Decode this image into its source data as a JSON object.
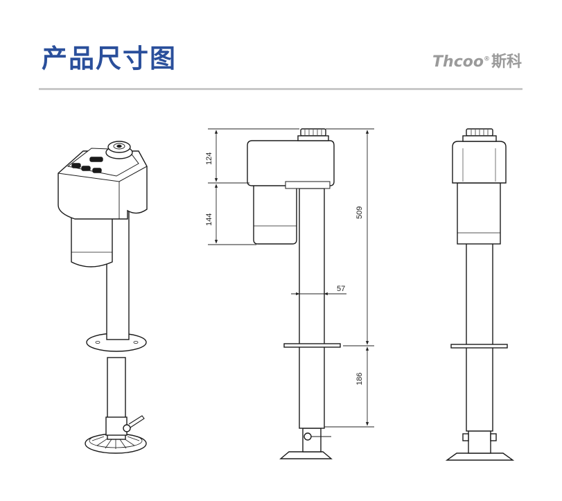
{
  "header": {
    "title": "产品尺寸图",
    "brand_latin": "Thcoo",
    "brand_registered": "®",
    "brand_cn": "斯科"
  },
  "dimensions": {
    "head_height": "124",
    "motor_height": "144",
    "total_height": "509",
    "tube_diameter": "57",
    "lower_section": "186"
  },
  "colors": {
    "title": "#2a4f9b",
    "brand": "#9a9a9a",
    "divider": "#c8c8c8",
    "line": "#1a1a1a"
  }
}
